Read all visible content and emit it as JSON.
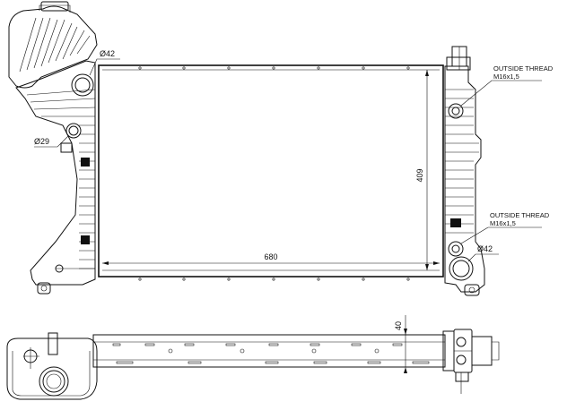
{
  "labels": {
    "dia_top_left": "Ø42",
    "dia_left": "Ø29",
    "dia_right": "Ø42",
    "dim_width": "680",
    "dim_height": "409",
    "dim_depth": "40",
    "thread_top_line1": "OUTSIDE THREAD",
    "thread_top_line2": "M16x1,5",
    "thread_bottom_line1": "OUTSIDE THREAD",
    "thread_bottom_line2": "M16x1,5"
  }
}
